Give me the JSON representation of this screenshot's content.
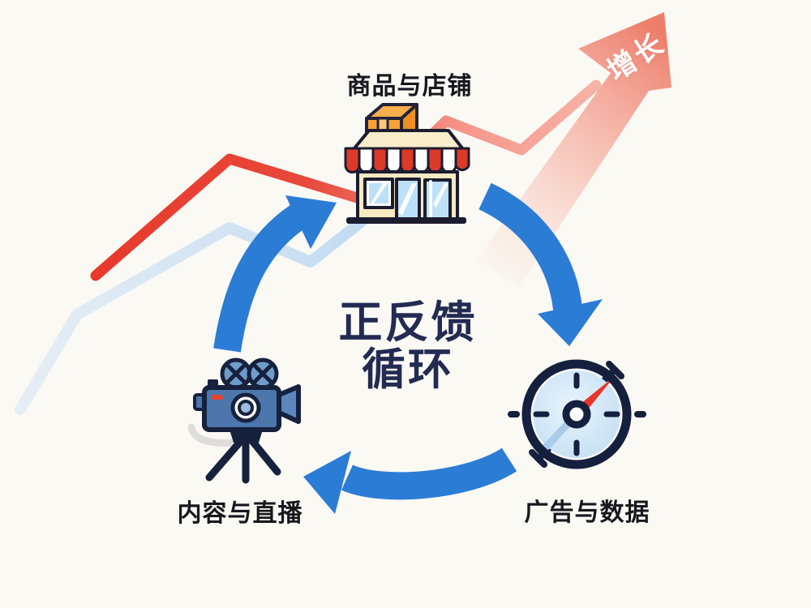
{
  "diagram": {
    "center_title": {
      "line1": "正反馈",
      "line2": "循环"
    },
    "growth_label": "增长",
    "nodes": [
      {
        "id": "store",
        "label": "商品与店铺",
        "icon": "storefront-icon",
        "position": "top"
      },
      {
        "id": "ads",
        "label": "广告与数据",
        "icon": "compass-gauge-icon",
        "position": "bottom-right"
      },
      {
        "id": "content",
        "label": "内容与直播",
        "icon": "video-camera-icon",
        "position": "bottom-left"
      }
    ],
    "cycle_direction": "clockwise",
    "colors": {
      "background": "#fbf9f4",
      "cycle_arrow_blue": "#2b7cd5",
      "trend_line_red": "#e8392b",
      "trend_line_light_blue": "#c9dcf2",
      "growth_arrow_salmon": "#ef8272",
      "title_navy": "#222b52",
      "icon_outline_navy": "#15203f",
      "store_cream": "#f8e9c2",
      "awning_red": "#dc3a28",
      "box_orange": "#f0951e"
    }
  }
}
